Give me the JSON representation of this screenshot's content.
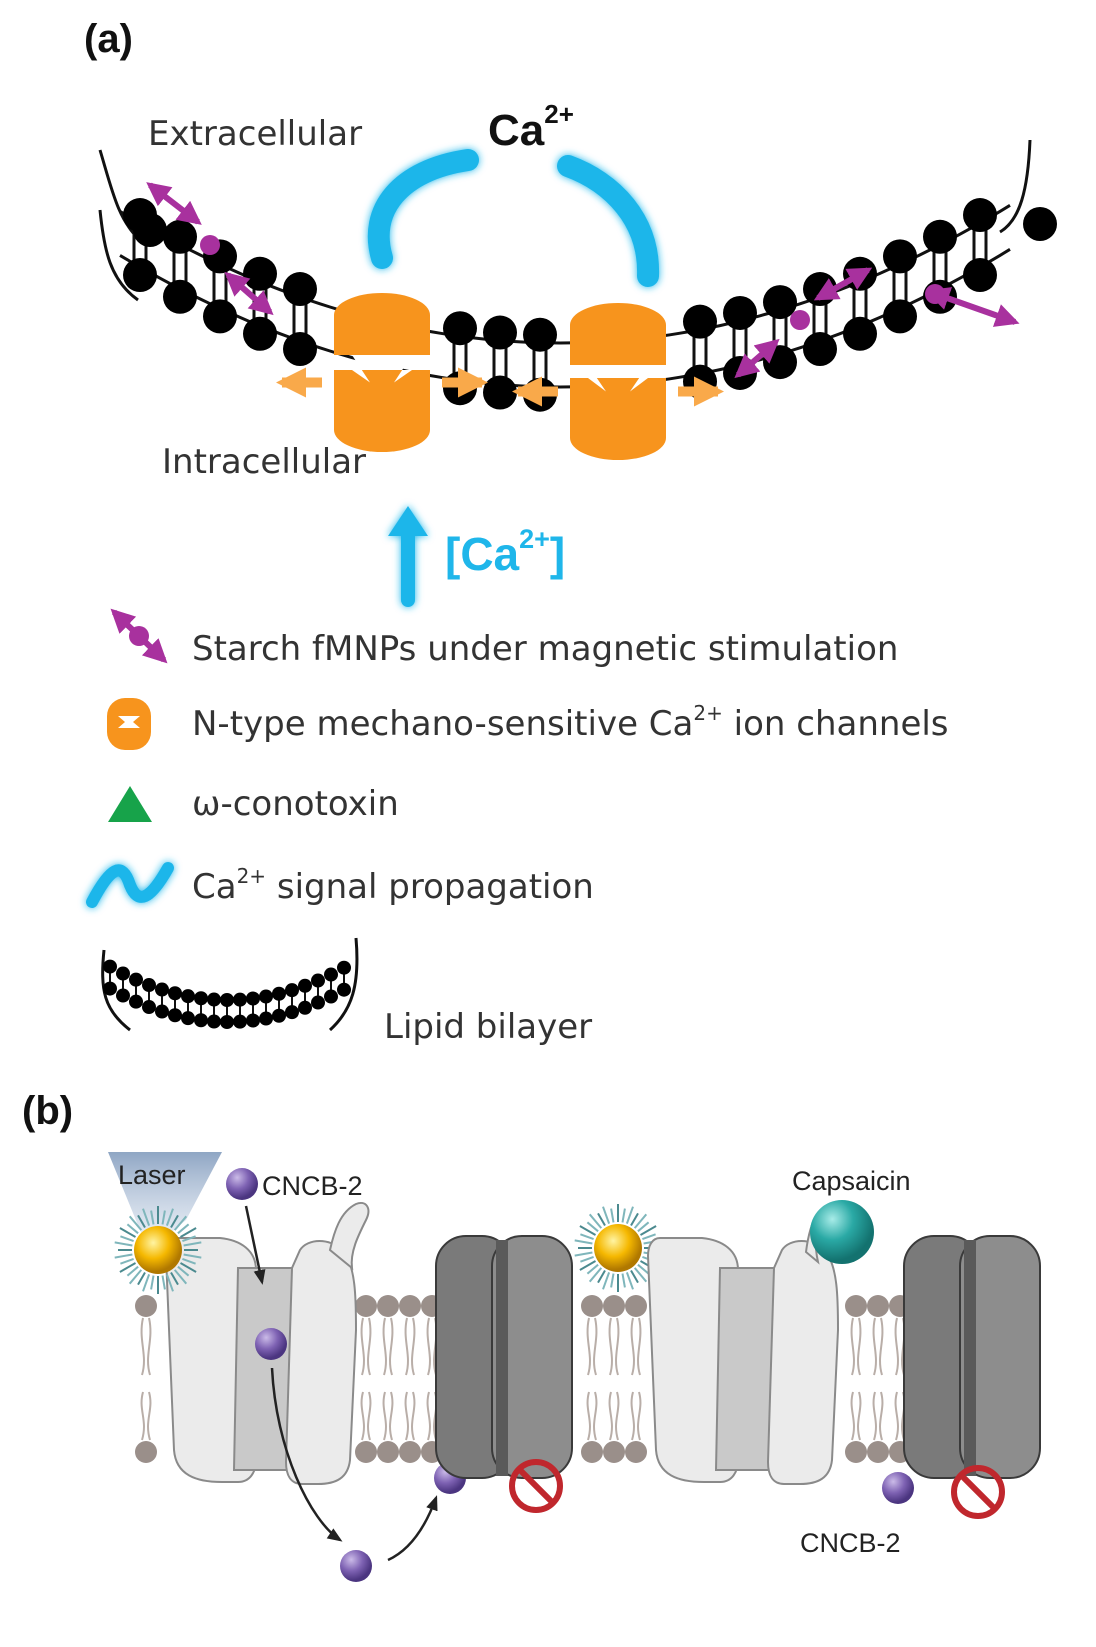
{
  "panel_a": {
    "label": "(a)",
    "extracellular": "Extracellular",
    "intracellular": "Intracellular",
    "ion": {
      "base": "Ca",
      "sup": "2+"
    },
    "concentration": {
      "open": "[Ca",
      "sup": "2+",
      "close": "]"
    },
    "legend": {
      "fmnp": "Starch fMNPs under magnetic stimulation",
      "channel_pre": "N-type mechano-sensitive Ca",
      "channel_sup": "2+",
      "channel_post": " ion channels",
      "conotoxin": "ω-conotoxin",
      "signal_pre": "Ca",
      "signal_sup": "2+",
      "signal_post": " signal propagation",
      "bilayer": "Lipid bilayer"
    }
  },
  "panel_b": {
    "label": "(b)",
    "laser": "Laser",
    "cncb2_top": "CNCB-2",
    "capsaicin": "Capsaicin",
    "cncb2_bottom": "CNCB-2"
  },
  "colors": {
    "ca_blue": "#1fb6ea",
    "channel_orange": "#f7941d",
    "fmnp_magenta": "#a8319e",
    "conotoxin_green": "#17a34a",
    "cncb2_purple": "#7e62b3",
    "capsaicin_teal": "#2aa9a5",
    "block_red": "#c0272d"
  },
  "icons": [
    "magnetic-nanoparticle-icon",
    "ion-channel-icon",
    "conotoxin-triangle-icon",
    "signal-wave-icon",
    "lipid-bilayer-icon",
    "laser-icon",
    "gold-nanoparticle-icon",
    "no-entry-icon"
  ]
}
